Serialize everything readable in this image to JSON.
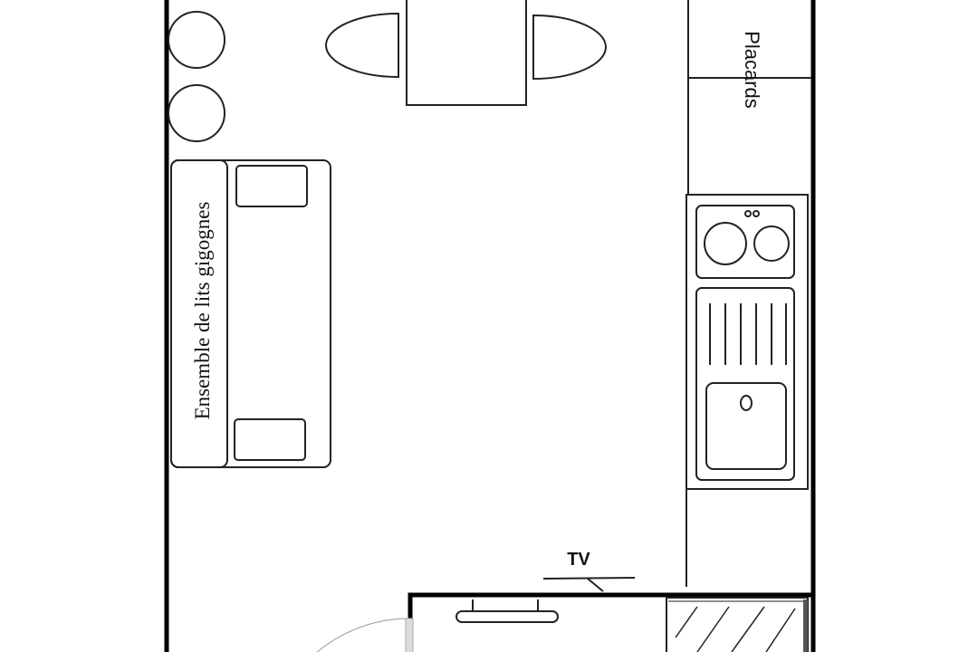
{
  "plan": {
    "bed_label": "Ensemble de lits gigognes",
    "cupboards_label": "Placards",
    "tv_label": "TV"
  },
  "colors": {
    "wall": "#000000",
    "furniture_stroke": "#222222",
    "door_leaf": "#dddddd",
    "background": "#ffffff"
  }
}
